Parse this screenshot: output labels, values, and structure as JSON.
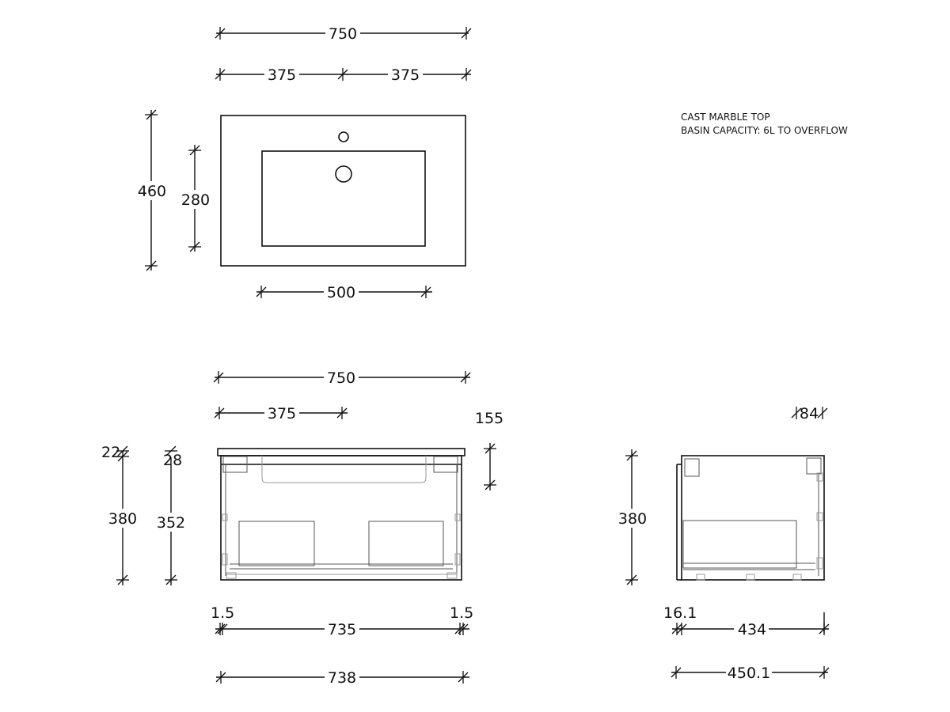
{
  "notes": {
    "line1": "CAST MARBLE TOP",
    "line2": "BASIN CAPACITY: 6L TO OVERFLOW"
  },
  "top_view": {
    "overall_width": "750",
    "half_left": "375",
    "half_right": "375",
    "depth": "460",
    "bowl_depth": "280",
    "bowl_width": "500"
  },
  "front_view": {
    "overall_width": "750",
    "half_width": "375",
    "top_thickness": "155",
    "overhang": "22",
    "panel": "28",
    "height": "380",
    "inner_height": "352",
    "side_gap_left": "1.5",
    "side_gap_right": "1.5",
    "inner_width": "735",
    "cabinet_width": "738"
  },
  "side_view": {
    "top_offset": "84",
    "height": "380",
    "door_thickness": "16.1",
    "carcass_depth": "434",
    "overall_depth": "450.1"
  }
}
